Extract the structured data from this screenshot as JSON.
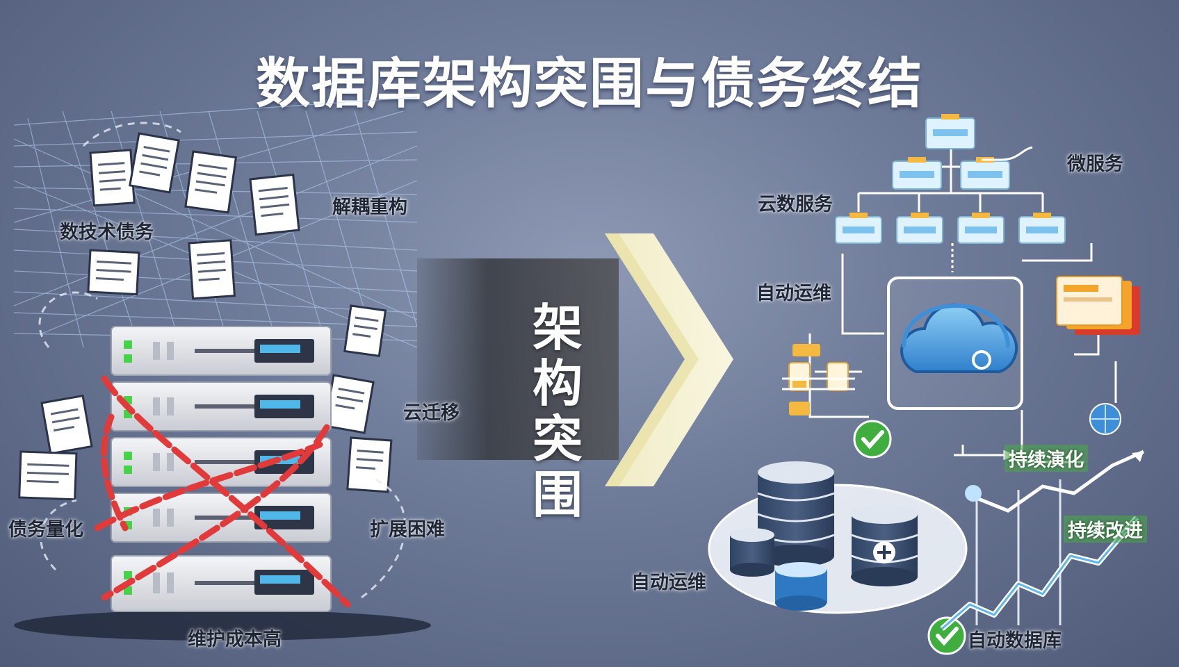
{
  "title": "数据库架构突围与债务终结",
  "center_label": "架构突围",
  "left_labels": {
    "tech_debt": "数技术债务",
    "decouple": "解耦重构",
    "cloud_migration": "云迁移",
    "debt_quantify": "债务量化",
    "hard_to_scale": "扩展困难",
    "maintenance_cost": "维护成本高"
  },
  "right_labels": {
    "microservices": "微服务",
    "cloud_services": "云数服务",
    "auto_ops": "自动运维",
    "continuous_evolution": "持续演化",
    "continuous_improvement": "持续改进",
    "auto_ops_2": "自动运维",
    "auto_database": "自动数据库"
  },
  "colors": {
    "chain": "#e03a3a",
    "accent_green": "#3fae3f",
    "cloud_blue": "#3f8fd8",
    "server": "#e9ebef"
  }
}
